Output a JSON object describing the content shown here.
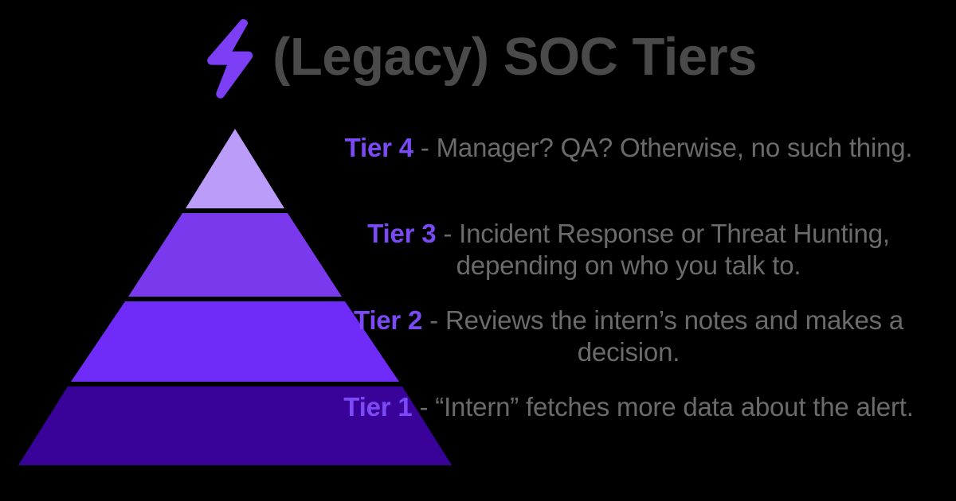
{
  "header": {
    "icon": "lightning-bolt-icon",
    "icon_color": "#7C3FF5",
    "title": "(Legacy) SOC Tiers",
    "title_color": "#4a4a4a"
  },
  "colors": {
    "background": "#000000",
    "accent_purple": "#7b49f5",
    "body_text_gray": "#6b6b6b",
    "tier4_fill": "#BB9DF9",
    "tier3_fill": "#7A39EC",
    "tier2_fill": "#6F2BF7",
    "tier1_fill": "#390399"
  },
  "pyramid": {
    "name": "soc-tier-pyramid",
    "levels": [
      {
        "tier": "Tier 4",
        "position": "top",
        "fill": "#BB9DF9"
      },
      {
        "tier": "Tier 3",
        "position": "upper",
        "fill": "#7A39EC"
      },
      {
        "tier": "Tier 2",
        "position": "lower",
        "fill": "#6F2BF7"
      },
      {
        "tier": "Tier 1",
        "position": "base",
        "fill": "#390399"
      }
    ]
  },
  "tiers": [
    {
      "label": "Tier 4",
      "separator": " - ",
      "description": "Manager? QA? Otherwise, no such thing."
    },
    {
      "label": "Tier 3",
      "separator": " - ",
      "description": "Incident Response or Threat Hunting, depending on who you talk to."
    },
    {
      "label": "Tier 2",
      "separator": " - ",
      "description": "Reviews the intern’s notes and makes a decision."
    },
    {
      "label": "Tier 1",
      "separator": " - ",
      "description": "“Intern” fetches more data about the alert."
    }
  ]
}
